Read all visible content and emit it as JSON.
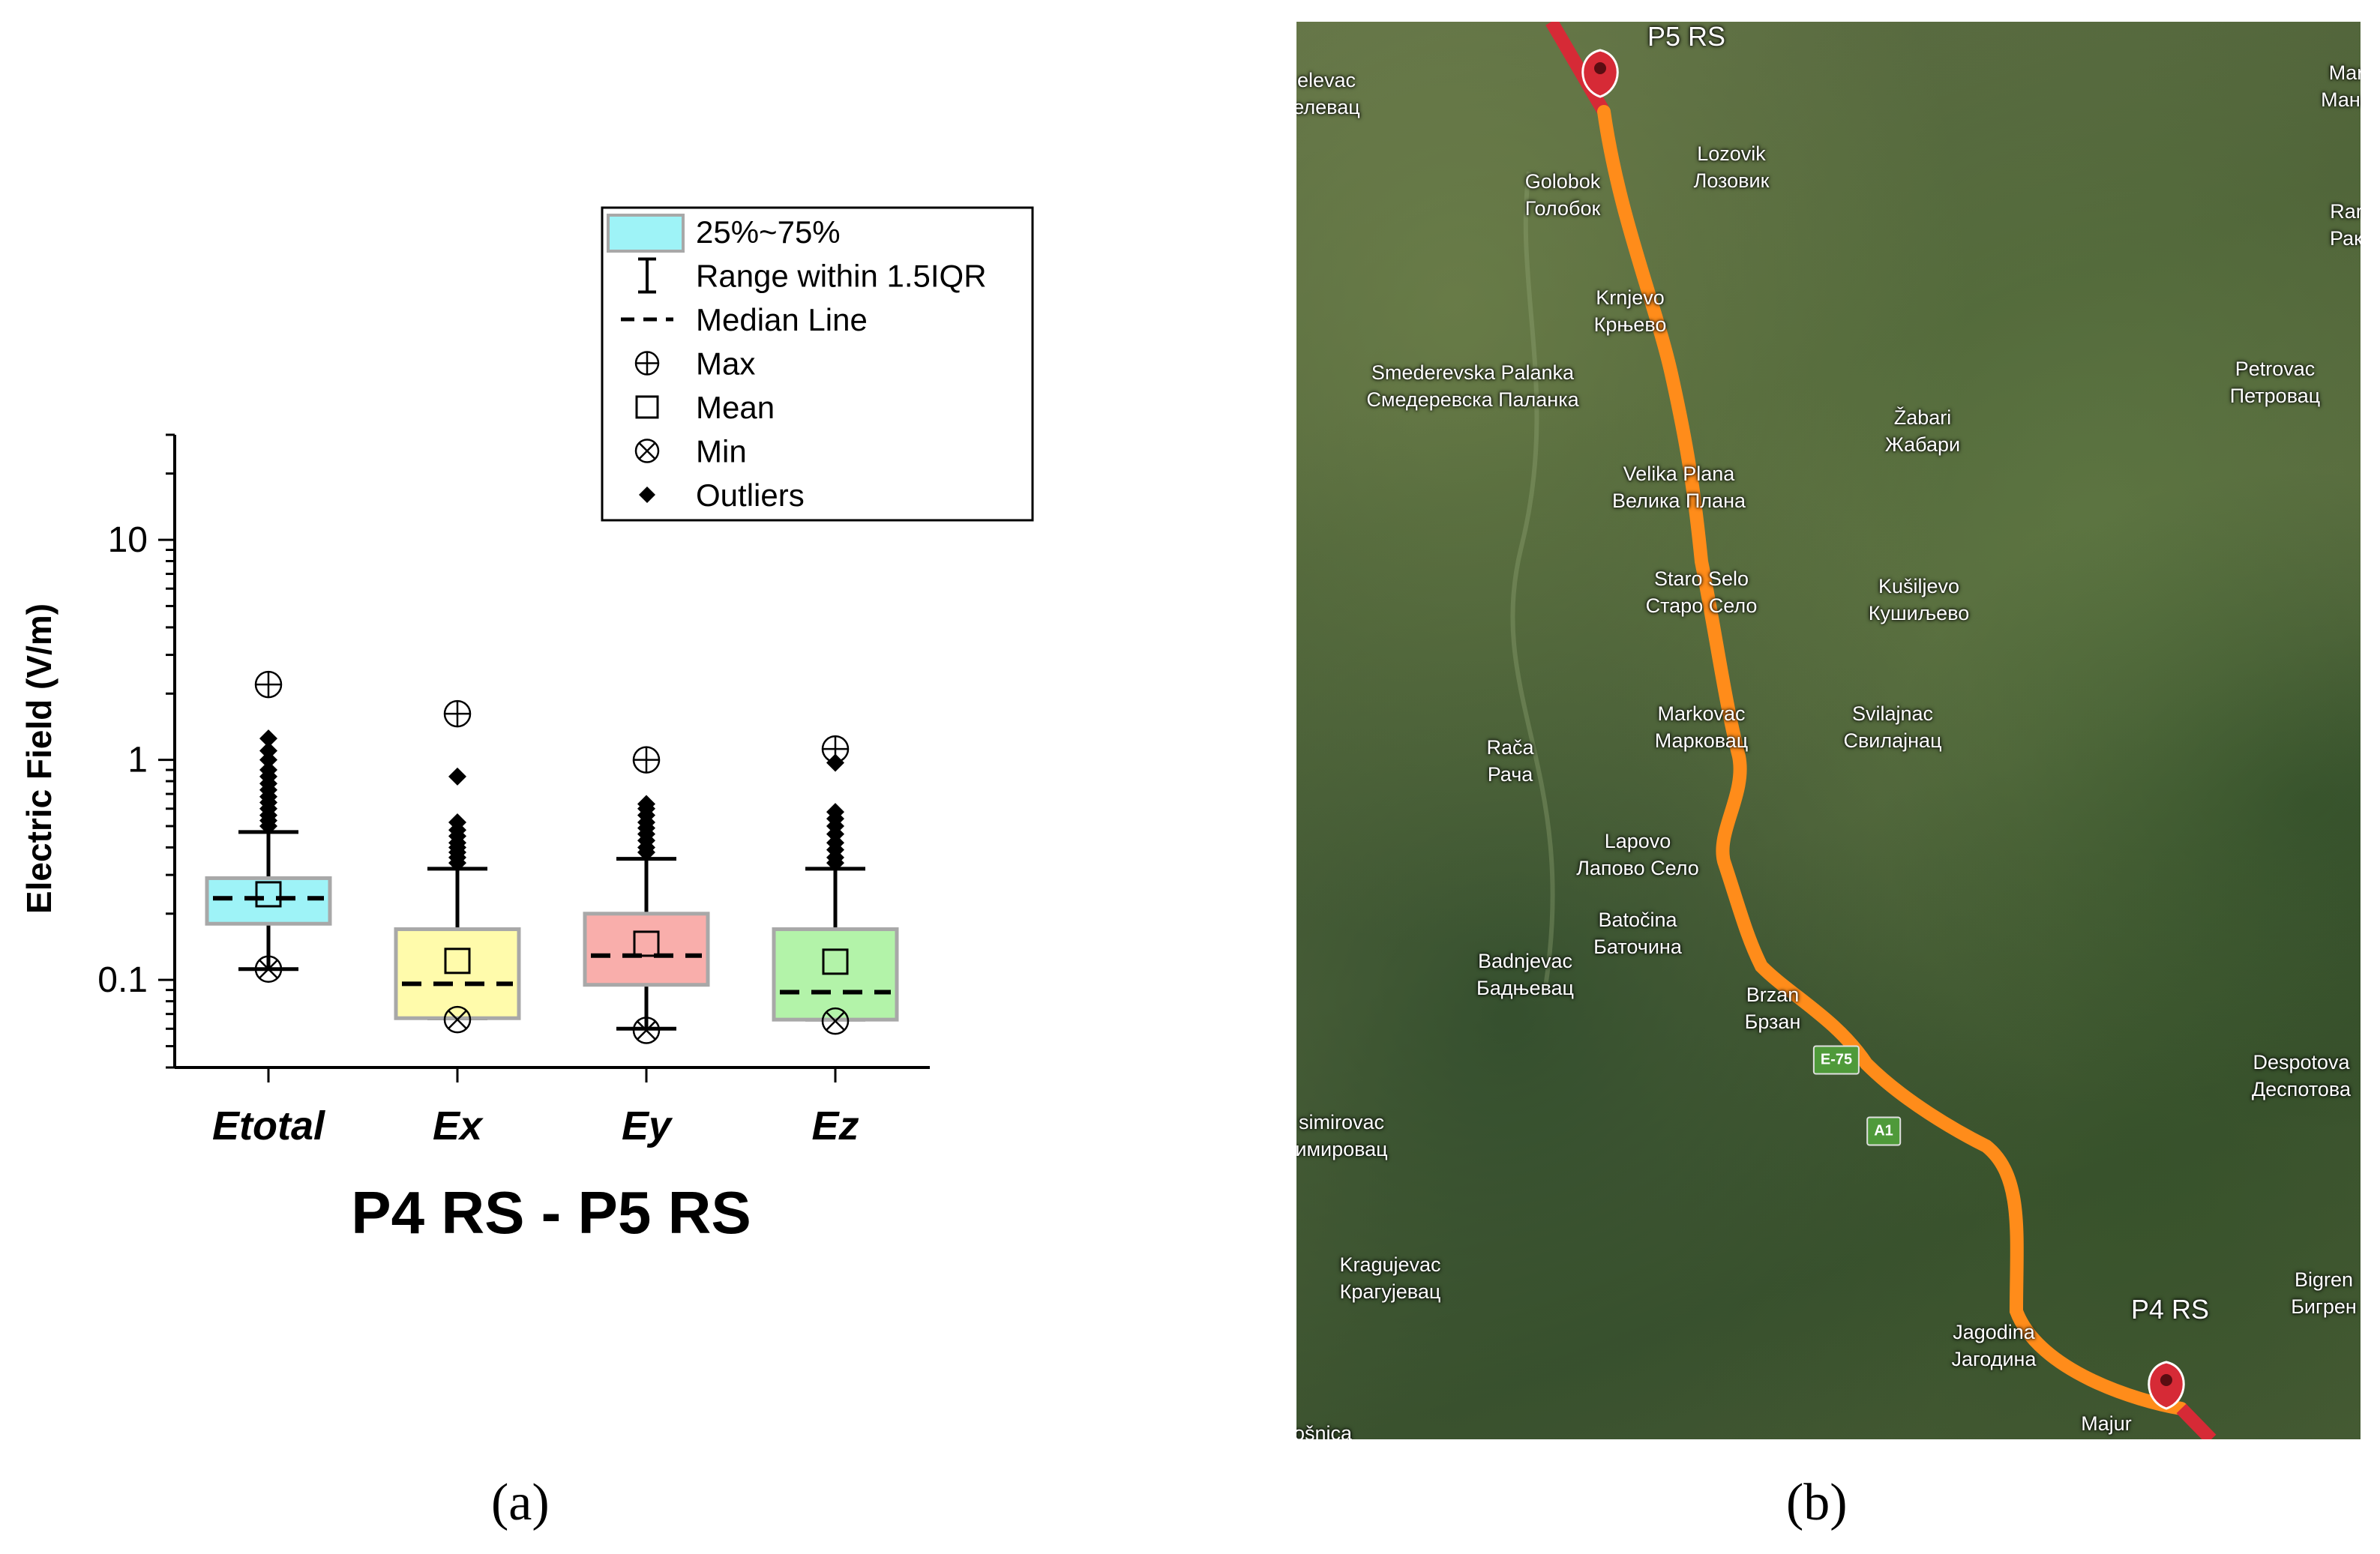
{
  "chart_data": {
    "type": "box",
    "categories": [
      "Etotal",
      "Ex",
      "Ey",
      "Ez"
    ],
    "ylabel": "Electric Field (V/m)",
    "xlabel": "P4 RS - P5 RS",
    "yscale": "log",
    "ylim": [
      0.04,
      30
    ],
    "yticks": [
      0.1,
      1,
      10
    ],
    "ytick_labels": [
      "0.1",
      "1",
      "10"
    ],
    "legend_position": "top-right",
    "legend": [
      {
        "label": "25%~75%",
        "symbol": "box-swatch"
      },
      {
        "label": "Range within 1.5IQR",
        "symbol": "whisker-icon"
      },
      {
        "label": "Median Line",
        "symbol": "dashed-line-icon"
      },
      {
        "label": "Max",
        "symbol": "circle-plus-icon"
      },
      {
        "label": "Mean",
        "symbol": "square-icon"
      },
      {
        "label": "Min",
        "symbol": "circle-x-icon"
      },
      {
        "label": "Outliers",
        "symbol": "diamond-icon"
      }
    ],
    "series": [
      {
        "q1": 0.18,
        "q3": 0.29,
        "median": 0.235,
        "mean": 0.245,
        "whisker_low": 0.112,
        "whisker_high": 0.47,
        "min": 0.112,
        "max": 2.2,
        "outliers": [
          0.5,
          0.53,
          0.56,
          0.6,
          0.64,
          0.68,
          0.73,
          0.78,
          0.84,
          0.9,
          1.0,
          1.1,
          1.25
        ],
        "color": "#9ef3f7"
      },
      {
        "q1": 0.067,
        "q3": 0.17,
        "median": 0.096,
        "mean": 0.122,
        "whisker_low": 0.067,
        "whisker_high": 0.32,
        "min": 0.066,
        "max": 1.62,
        "outliers": [
          0.34,
          0.36,
          0.38,
          0.4,
          0.42,
          0.45,
          0.48,
          0.52,
          0.84
        ],
        "color": "#fffbab"
      },
      {
        "q1": 0.095,
        "q3": 0.2,
        "median": 0.129,
        "mean": 0.146,
        "whisker_low": 0.06,
        "whisker_high": 0.355,
        "min": 0.059,
        "max": 1.0,
        "outliers": [
          0.38,
          0.4,
          0.43,
          0.46,
          0.49,
          0.52,
          0.56,
          0.6,
          0.63
        ],
        "color": "#f9aeab"
      },
      {
        "q1": 0.066,
        "q3": 0.17,
        "median": 0.088,
        "mean": 0.121,
        "whisker_low": 0.066,
        "whisker_high": 0.32,
        "min": 0.065,
        "max": 1.12,
        "outliers": [
          0.34,
          0.36,
          0.39,
          0.42,
          0.46,
          0.5,
          0.54,
          0.58,
          0.97
        ],
        "color": "#b3f3a9"
      }
    ]
  },
  "captions": {
    "a": "(a)",
    "b": "(b)"
  },
  "map": {
    "markers": [
      {
        "label": "P5 RS",
        "name": "p5-marker"
      },
      {
        "label": "P4 RS",
        "name": "p4-marker"
      }
    ],
    "places": [
      {
        "latin": "elevac",
        "cyrillic": "елевац"
      },
      {
        "latin": "Golobok",
        "cyrillic": "Голобок"
      },
      {
        "latin": "Lozovik",
        "cyrillic": "Лозовик"
      },
      {
        "latin": "Krnjevo",
        "cyrillic": "Крњево"
      },
      {
        "latin": "Smederevska Palanka",
        "cyrillic": "Смедеревска Паланка"
      },
      {
        "latin": "Velika Plana",
        "cyrillic": "Велика Плана"
      },
      {
        "latin": "Žabari",
        "cyrillic": "Жабари"
      },
      {
        "latin": "Staro Selo",
        "cyrillic": "Старо Село"
      },
      {
        "latin": "Kušiljevo",
        "cyrillic": "Кушиљево"
      },
      {
        "latin": "Markovac",
        "cyrillic": "Марковац"
      },
      {
        "latin": "Svilajnac",
        "cyrillic": "Свилајнац"
      },
      {
        "latin": "Rača",
        "cyrillic": "Рача"
      },
      {
        "latin": "Lapovo",
        "cyrillic": "Лапово Село"
      },
      {
        "latin": "Batočina",
        "cyrillic": "Баточина"
      },
      {
        "latin": "Badnjevac",
        "cyrillic": "Бадњевац"
      },
      {
        "latin": "Brzan",
        "cyrillic": "Брзан"
      },
      {
        "latin": "Petrovac",
        "cyrillic": "Петровац"
      },
      {
        "latin": "Despotova",
        "cyrillic": "Деспотова"
      },
      {
        "latin": "simirovac",
        "cyrillic": "имировац"
      },
      {
        "latin": "Kragujevac",
        "cyrillic": "Крагујевац"
      },
      {
        "latin": "Jagodina",
        "cyrillic": "Јагодина"
      },
      {
        "latin": "Bigren",
        "cyrillic": "Бигрен"
      },
      {
        "latin": "Majur",
        "cyrillic": ""
      },
      {
        "latin": "Mar",
        "cyrillic": "Мана"
      },
      {
        "latin": "Rar",
        "cyrillic": "Рак"
      },
      {
        "latin": "ošnica",
        "cyrillic": ""
      }
    ],
    "road_shields": [
      "E-75",
      "A1"
    ],
    "route_color": "#ff8c1a",
    "marker_color": "#d62a36"
  }
}
